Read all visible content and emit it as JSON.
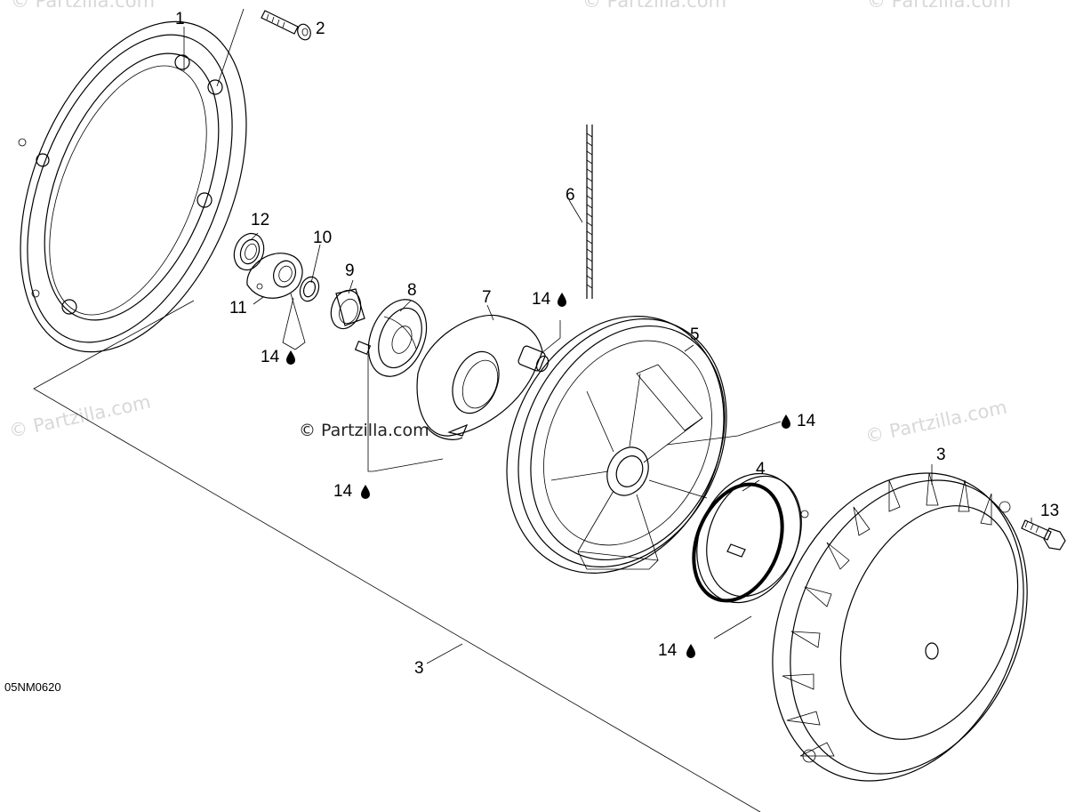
{
  "diagram": {
    "image_code": "05NM0620",
    "watermark": "© Partzilla.com",
    "lube_symbol": "drop-icon",
    "callouts": {
      "c1": "1",
      "c2": "2",
      "c3_right": "3",
      "c3_bottom": "3",
      "c4": "4",
      "c5": "5",
      "c6": "6",
      "c7": "7",
      "c8": "8",
      "c9": "9",
      "c10": "10",
      "c11": "11",
      "c12": "12",
      "c13": "13",
      "c14_a": "14",
      "c14_b": "14",
      "c14_c": "14",
      "c14_d": "14",
      "c14_e": "14"
    }
  }
}
